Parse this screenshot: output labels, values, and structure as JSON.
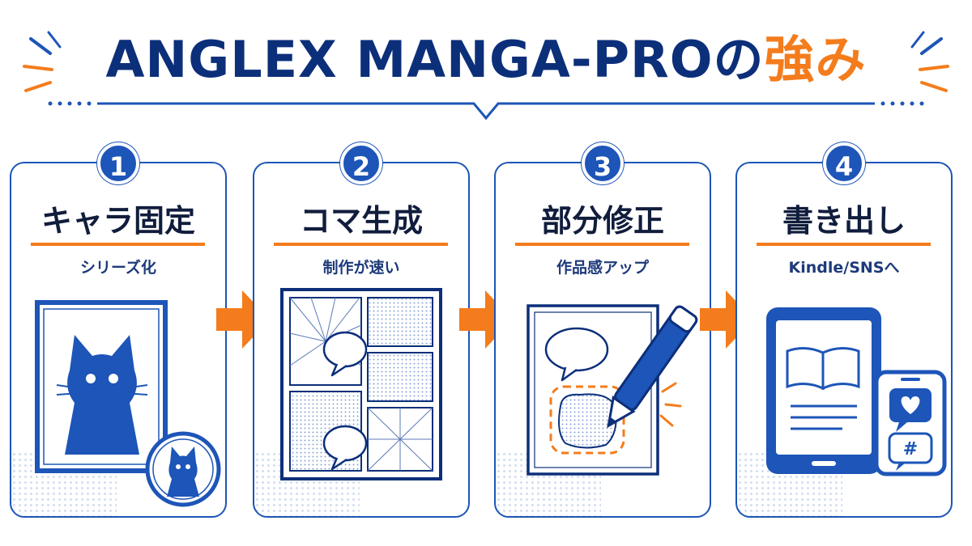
{
  "title": {
    "main": "ANGLEX MANGA-PRO",
    "particle": "の",
    "accent": "強み"
  },
  "steps": [
    {
      "number": "1",
      "title": "キャラ固定",
      "subtitle": "シリーズ化"
    },
    {
      "number": "2",
      "title": "コマ生成",
      "subtitle": "制作が速い"
    },
    {
      "number": "3",
      "title": "部分修正",
      "subtitle": "作品感アップ"
    },
    {
      "number": "4",
      "title": "書き出し",
      "subtitle": "Kindle/SNSへ"
    }
  ],
  "icons": {
    "step1": [
      "cat-portrait-frame-icon",
      "cat-avatar-circle-icon"
    ],
    "step2": [
      "manga-page-panels-icon",
      "speech-bubble-icon"
    ],
    "step3": [
      "manga-page-edit-icon",
      "pencil-icon",
      "selection-box-icon"
    ],
    "step4": [
      "tablet-book-icon",
      "smartphone-social-icon",
      "heart-icon",
      "hashtag-icon"
    ],
    "arrows": "right-arrow-icon",
    "hashtag_glyph": "#"
  },
  "colors": {
    "navy": "#0c2f7a",
    "blue": "#1d55b8",
    "orange": "#f47c1c",
    "text": "#111d3c"
  }
}
